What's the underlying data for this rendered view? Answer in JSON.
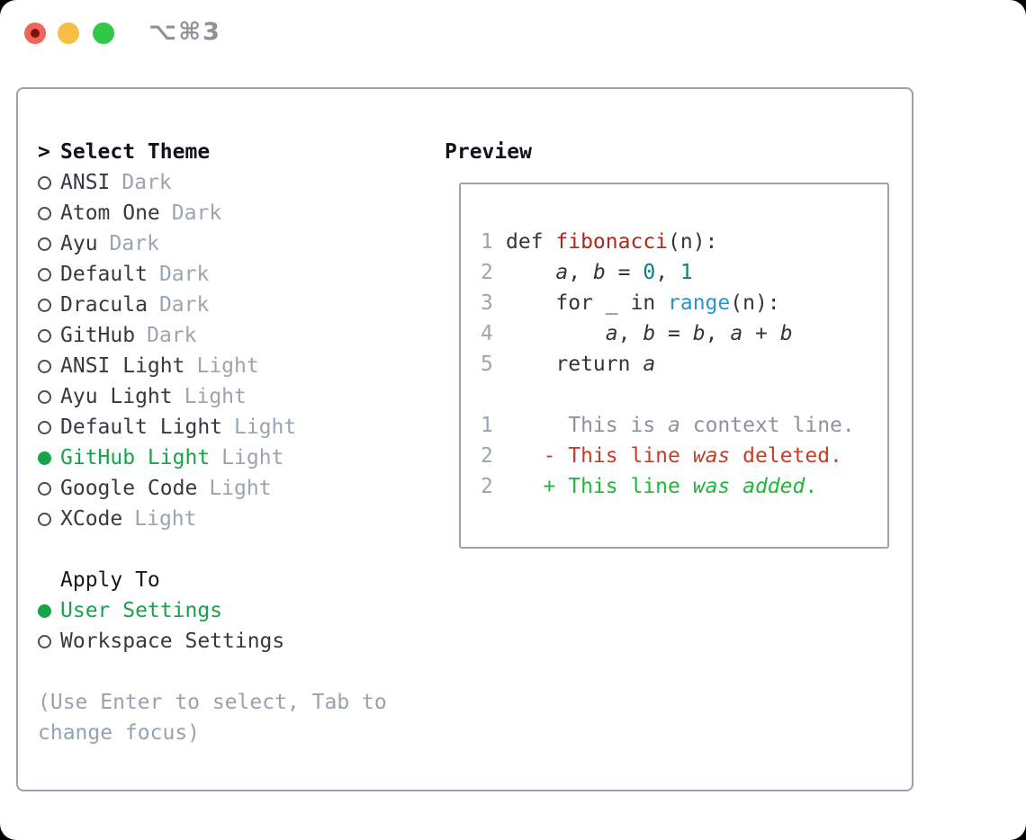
{
  "window": {
    "title": "⌥⌘3",
    "traffic_lights": [
      "close",
      "minimize",
      "maximize"
    ]
  },
  "colors": {
    "accent_green": "#17a34a",
    "diff_added": "#1db93a",
    "diff_deleted": "#c83c28",
    "syntax_function": "#ab2a1e",
    "syntax_number": "#0c7d81",
    "syntax_call": "#2595cc",
    "muted": "#9aa5b0",
    "border": "#9aa3ae",
    "traffic_red": "#f2635a",
    "traffic_yellow": "#f8bd45",
    "traffic_green": "#33c748"
  },
  "theme_picker": {
    "header_prefix": ">",
    "header_label": "Select Theme",
    "themes": [
      {
        "name": "ANSI",
        "variant": "Dark",
        "selected": false
      },
      {
        "name": "Atom One",
        "variant": "Dark",
        "selected": false
      },
      {
        "name": "Ayu",
        "variant": "Dark",
        "selected": false
      },
      {
        "name": "Default",
        "variant": "Dark",
        "selected": false
      },
      {
        "name": "Dracula",
        "variant": "Dark",
        "selected": false
      },
      {
        "name": "GitHub",
        "variant": "Dark",
        "selected": false
      },
      {
        "name": "ANSI Light",
        "variant": "Light",
        "selected": false
      },
      {
        "name": "Ayu Light",
        "variant": "Light",
        "selected": false
      },
      {
        "name": "Default Light",
        "variant": "Light",
        "selected": false
      },
      {
        "name": "GitHub Light",
        "variant": "Light",
        "selected": true
      },
      {
        "name": "Google Code",
        "variant": "Light",
        "selected": false
      },
      {
        "name": "XCode",
        "variant": "Light",
        "selected": false
      }
    ],
    "apply_to_label": "Apply To",
    "apply_options": [
      {
        "label": "User Settings",
        "selected": true
      },
      {
        "label": "Workspace Settings",
        "selected": false
      }
    ],
    "hint": "(Use Enter to select, Tab to\nchange focus)"
  },
  "preview": {
    "label": "Preview",
    "lines": [
      {
        "num": "1",
        "kind": "code",
        "tokens": [
          {
            "t": "def ",
            "c": "fg"
          },
          {
            "t": "fibonacci",
            "c": "func"
          },
          {
            "t": "(n):",
            "c": "fg"
          }
        ]
      },
      {
        "num": "2",
        "kind": "code",
        "tokens": [
          {
            "t": "    ",
            "c": "fg"
          },
          {
            "t": "a",
            "c": "fg",
            "i": true
          },
          {
            "t": ", ",
            "c": "fg"
          },
          {
            "t": "b",
            "c": "fg",
            "i": true
          },
          {
            "t": " = ",
            "c": "fg"
          },
          {
            "t": "0",
            "c": "num"
          },
          {
            "t": ", ",
            "c": "fg"
          },
          {
            "t": "1",
            "c": "num"
          }
        ]
      },
      {
        "num": "3",
        "kind": "code",
        "tokens": [
          {
            "t": "    for _ in ",
            "c": "fg"
          },
          {
            "t": "range",
            "c": "call"
          },
          {
            "t": "(n):",
            "c": "fg"
          }
        ]
      },
      {
        "num": "4",
        "kind": "code",
        "tokens": [
          {
            "t": "        ",
            "c": "fg"
          },
          {
            "t": "a",
            "c": "fg",
            "i": true
          },
          {
            "t": ", ",
            "c": "fg"
          },
          {
            "t": "b",
            "c": "fg",
            "i": true
          },
          {
            "t": " = ",
            "c": "fg"
          },
          {
            "t": "b",
            "c": "fg",
            "i": true
          },
          {
            "t": ", ",
            "c": "fg"
          },
          {
            "t": "a",
            "c": "fg",
            "i": true
          },
          {
            "t": " + ",
            "c": "fg"
          },
          {
            "t": "b",
            "c": "fg",
            "i": true
          }
        ]
      },
      {
        "num": "5",
        "kind": "code",
        "tokens": [
          {
            "t": "    return ",
            "c": "fg"
          },
          {
            "t": "a",
            "c": "fg",
            "i": true
          }
        ]
      },
      {
        "num": "",
        "kind": "blank",
        "tokens": []
      },
      {
        "num": "1",
        "kind": "context",
        "tokens": [
          {
            "t": "     This is ",
            "c": "ctx"
          },
          {
            "t": "a",
            "c": "ctx",
            "i": true
          },
          {
            "t": " context line.",
            "c": "ctx"
          }
        ]
      },
      {
        "num": "2",
        "kind": "deleted",
        "tokens": [
          {
            "t": "   - This line ",
            "c": "del"
          },
          {
            "t": "was",
            "c": "del",
            "i": true
          },
          {
            "t": " deleted.",
            "c": "del"
          }
        ]
      },
      {
        "num": "2",
        "kind": "added",
        "tokens": [
          {
            "t": "   + This line ",
            "c": "add"
          },
          {
            "t": "was added",
            "c": "add",
            "i": true
          },
          {
            "t": ".",
            "c": "add"
          }
        ]
      }
    ]
  }
}
